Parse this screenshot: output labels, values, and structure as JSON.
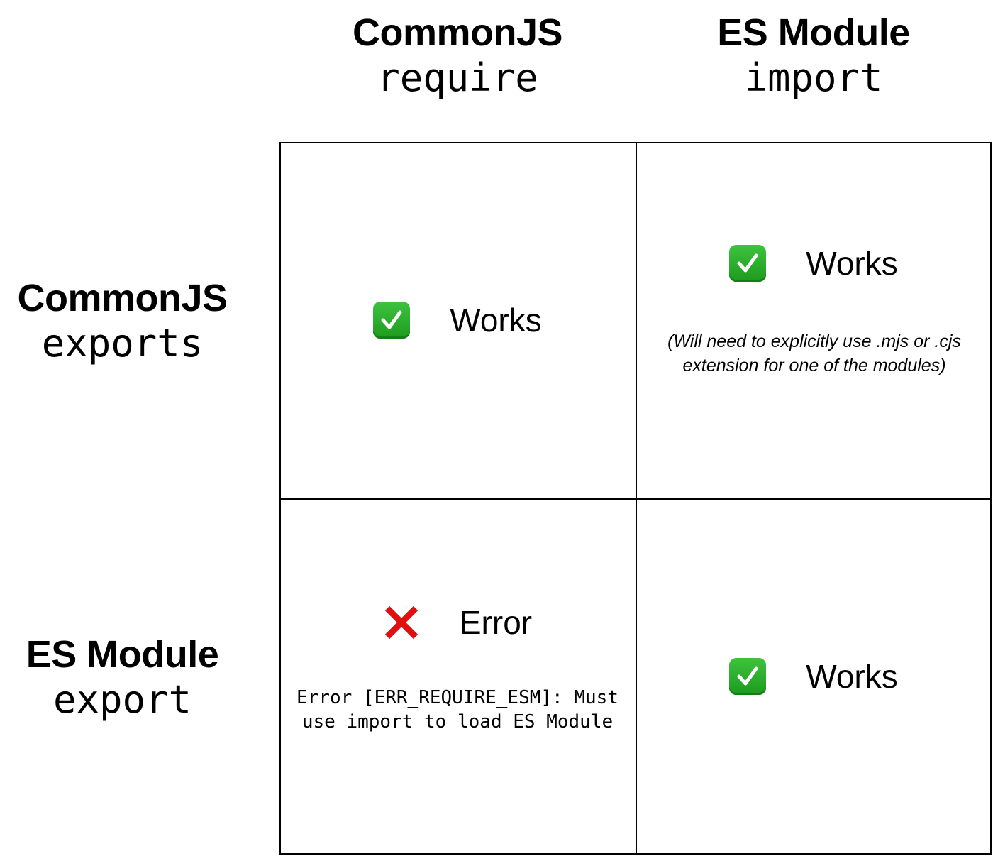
{
  "columns": [
    {
      "title": "CommonJS",
      "code": "require"
    },
    {
      "title": "ES Module",
      "code": "import"
    }
  ],
  "rows": [
    {
      "title": "CommonJS",
      "code": "exports"
    },
    {
      "title": "ES Module",
      "code": "export"
    }
  ],
  "cells": {
    "cjs_exports_require": {
      "status": "Works",
      "icon": "check-mark-icon",
      "color": "#2db52d"
    },
    "cjs_exports_import": {
      "status": "Works",
      "icon": "check-mark-icon",
      "color": "#2db52d",
      "note": "(Will need to explicitly use .mjs or .cjs extension for one of the modules)"
    },
    "esm_export_require": {
      "status": "Error",
      "icon": "cross-mark-icon",
      "color": "#e01010",
      "message": "Error [ERR_REQUIRE_ESM]: Must use import to load ES Module"
    },
    "esm_export_import": {
      "status": "Works",
      "icon": "check-mark-icon",
      "color": "#2db52d"
    }
  }
}
